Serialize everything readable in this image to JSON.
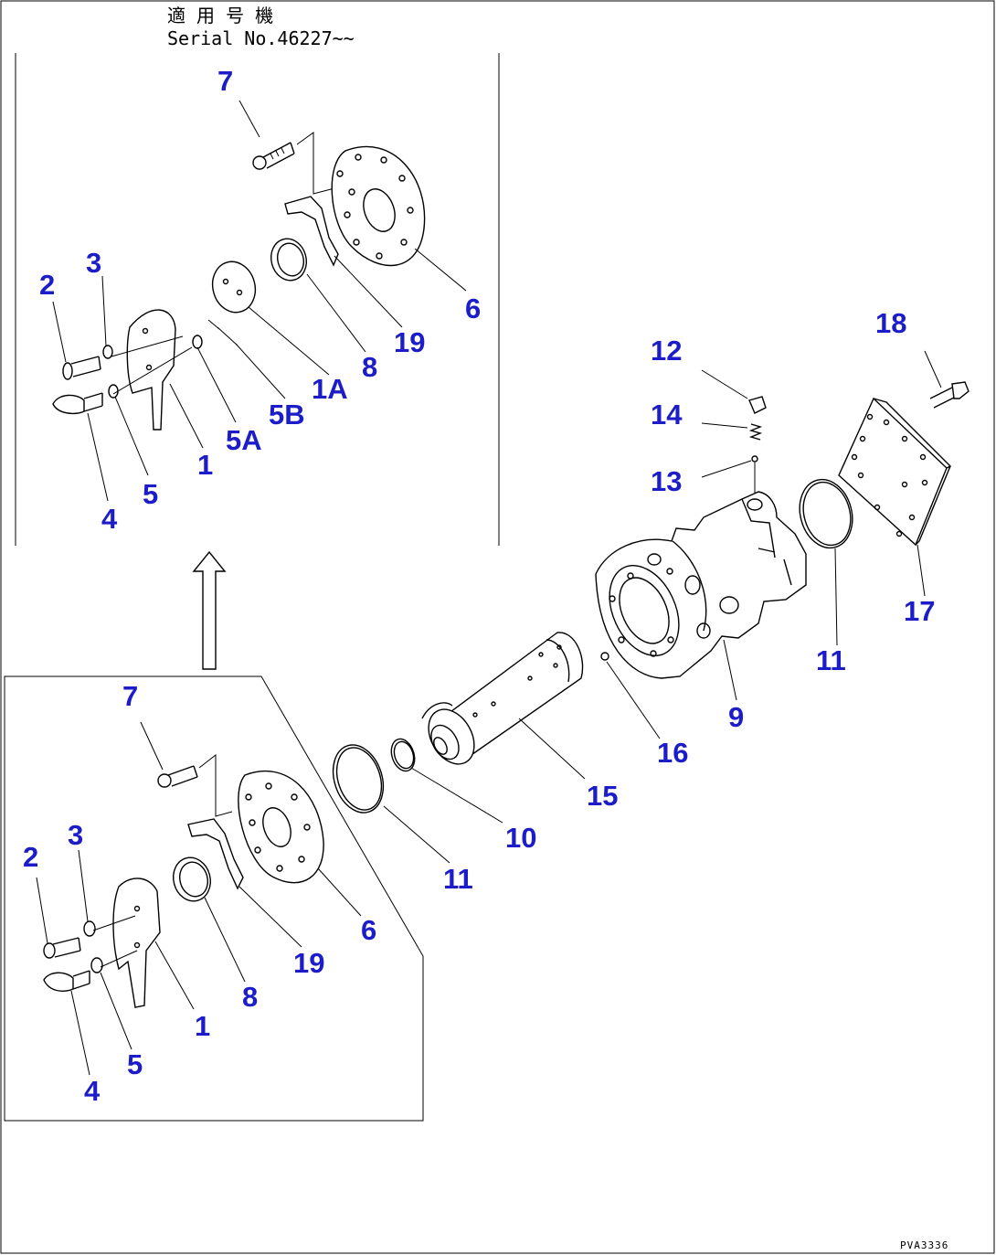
{
  "header": {
    "applicable_models": "適 用 号 機",
    "serial": "Serial No.46227~~"
  },
  "drawing_code": "PVA3336",
  "labels": {
    "top_7": "7",
    "top_3": "3",
    "top_2": "2",
    "top_6": "6",
    "top_19": "19",
    "top_8": "8",
    "top_1A": "1A",
    "top_5B": "5B",
    "top_5A": "5A",
    "top_1": "1",
    "top_5": "5",
    "top_4": "4",
    "bot_7": "7",
    "bot_3": "3",
    "bot_2": "2",
    "bot_6": "6",
    "bot_19": "19",
    "bot_8": "8",
    "bot_1": "1",
    "bot_5": "5",
    "bot_4": "4",
    "main_12": "12",
    "main_14": "14",
    "main_13": "13",
    "main_18": "18",
    "main_17": "17",
    "main_11a": "11",
    "main_9": "9",
    "main_16": "16",
    "main_15": "15",
    "main_10": "10",
    "main_11b": "11"
  }
}
